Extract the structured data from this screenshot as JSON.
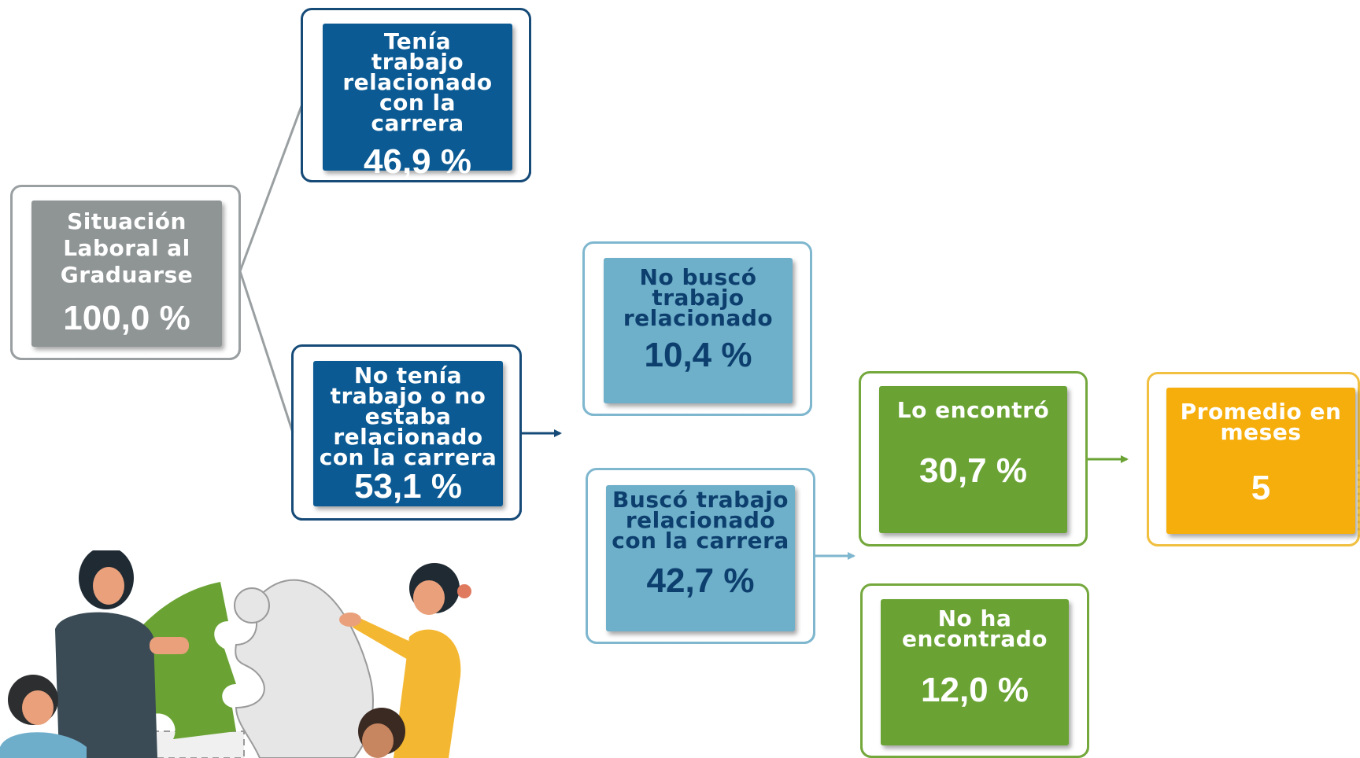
{
  "colors": {
    "gray": "#8f9495",
    "gray_frame": "#9a9fa1",
    "navy": "#0b5a93",
    "navy_frame": "#164b78",
    "lightblue": "#6eafc9",
    "lightblue_frame": "#7fb7cf",
    "lightblue_text": "#0d3f6e",
    "green": "#6aa334",
    "green_frame": "#74a83c",
    "orange": "#f6ae0c",
    "orange_frame": "#f1c041"
  },
  "nodes": {
    "root": {
      "label": "Situación Laboral al Graduarse",
      "value": "100,0 %"
    },
    "related": {
      "label": "Tenía trabajo relacionado con la carrera",
      "value": "46,9 %"
    },
    "not_related": {
      "label": "No tenía trabajo o no estaba relacionado con la carrera",
      "value": "53,1 %"
    },
    "not_searched": {
      "label": "No buscó trabajo relacionado",
      "value": "10,4 %"
    },
    "searched": {
      "label": "Buscó trabajo relacionado con la carrera",
      "value": "42,7 %"
    },
    "found": {
      "label": "Lo encontró",
      "value": "30,7 %"
    },
    "not_found": {
      "label": "No ha encontrado",
      "value": "12,0 %"
    },
    "average": {
      "label": "Promedio en meses",
      "value": "5"
    }
  },
  "illustration": {
    "icon": "people-assembling-puzzle-illustration"
  }
}
